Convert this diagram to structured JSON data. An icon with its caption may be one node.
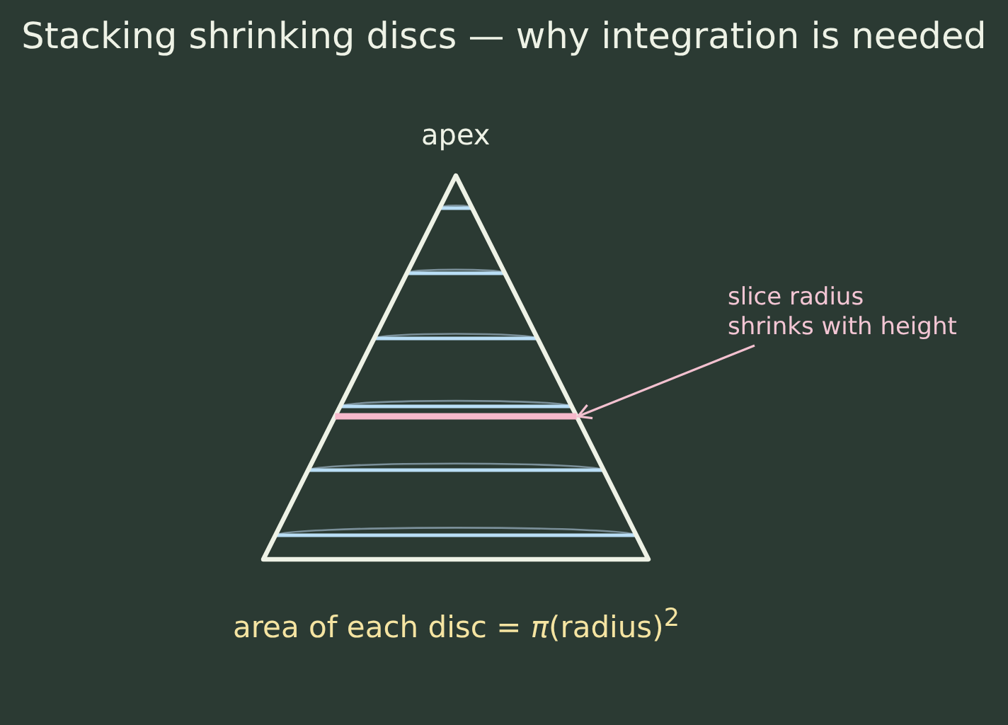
{
  "diagram": {
    "title": "Stacking shrinking discs — why integration is needed",
    "nodes": [
      {
        "text": [
          "slice radius shrinks with height"
        ]
      },
      {
        "text": [],
        "shape": "bar"
      }
    ],
    "edges": [
      {
        "from": 0,
        "to": 1,
        "arrow": "to"
      }
    ],
    "labels": [
      "apex",
      "area of each disc = *π*(radius)$^{2}$"
    ]
  }
}
